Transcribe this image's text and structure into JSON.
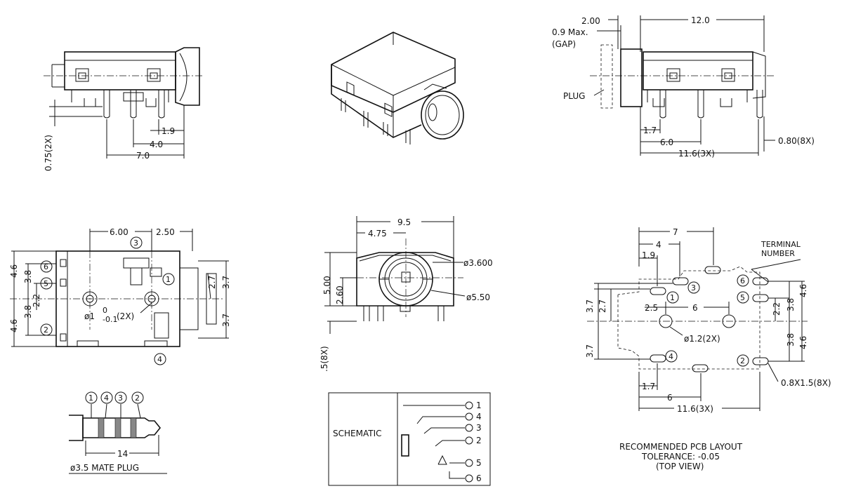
{
  "views": {
    "side_left": {
      "dims": {
        "d19": "1.9",
        "d40": "4.0",
        "d70": "7.0",
        "d075": "0.75(2X)"
      }
    },
    "side_right": {
      "dims": {
        "d200": "2.00",
        "gap_line1": "0.9 Max.",
        "gap_line2": "(GAP)",
        "plug": "PLUG",
        "d120": "12.0",
        "d17": "1.7",
        "d60": "6.0",
        "d116": "11.6(3X)",
        "d080": "0.80(8X)"
      }
    },
    "bottom": {
      "dims": {
        "d600": "6.00",
        "d250": "2.50",
        "d46a": "4.6",
        "d38a": "3.8",
        "d22": "2.2",
        "d38b": "3.8",
        "d46b": "4.6",
        "d27": "2.7",
        "d37a": "3.7",
        "d37b": "3.7",
        "hole_main": "ø1",
        "hole_sup": "0",
        "hole_sub": "-0.1",
        "hole_count": "(2X)"
      },
      "pins": [
        "1",
        "2",
        "3",
        "4",
        "5",
        "6"
      ]
    },
    "front": {
      "dims": {
        "d95": "9.5",
        "d475": "4.75",
        "d500": "5.00",
        "d260": "2.60",
        "d3600": "ø3.600",
        "d550": "ø5.50",
        "d15": ".5(8X)"
      }
    },
    "pcb": {
      "dims": {
        "d7": "7",
        "d4": "4",
        "d19": "1.9",
        "d37a": "3.7",
        "d27": "2.7",
        "d25": "2.5",
        "d6a": "6",
        "d12": "ø1.2(2X)",
        "d37b": "3.7",
        "d22": "2.2",
        "d38a": "3.8",
        "d46a": "4.6",
        "d38b": "3.8",
        "d46b": "4.6",
        "d17": "1.7",
        "d6b": "6",
        "d116": "11.6(3X)",
        "d0815": "0.8X1.5(8X)"
      },
      "terminal_line1": "TERMINAL",
      "terminal_line2": "NUMBER",
      "pins": [
        "1",
        "2",
        "3",
        "4",
        "5",
        "6"
      ],
      "caption_line1": "RECOMMENDED PCB LAYOUT",
      "caption_line2": "TOLERANCE: -0.05",
      "caption_line3": "(TOP VIEW)"
    },
    "plug": {
      "pins": [
        "1",
        "4",
        "3",
        "2"
      ],
      "length": "14",
      "caption": "ø3.5 MATE PLUG"
    },
    "schematic": {
      "label": "SCHEMATIC",
      "pins": [
        "1",
        "4",
        "3",
        "2",
        "5",
        "6"
      ]
    }
  }
}
